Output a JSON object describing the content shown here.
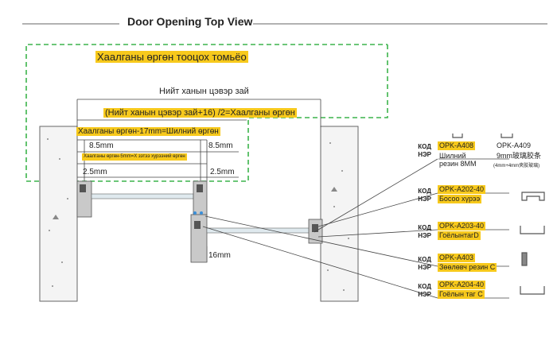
{
  "title": "Door Opening Top View",
  "labels": {
    "gap_top_view": "Хаалганы өргөн тооцох томьёо",
    "clear_width": "Нийт ханын цэвэр зай",
    "formula": "(Нийт ханын цэвэр зай+16) /2=Хаалганы өргөн",
    "door_minus": "Хаалганы өргөн-17mm=Шилний өргөн",
    "dim_8_5_left": "8.5mm",
    "dim_8_5_right": "8.5mm",
    "small_formula": "Хаалганы өргөн-5mm=Х зэтээ хурээний өргөн",
    "dim_2_5_left": "2.5mm",
    "dim_2_5_right": "2.5mm",
    "dim_16": "16mm"
  },
  "parts": [
    {
      "code_label": "КОД",
      "name_label": "НЭР",
      "code": "OPK-A408",
      "name": "Шилний резин 8MM",
      "name_lines": [
        "Шилний",
        "резин 8MM"
      ]
    },
    {
      "code_label": "КОД",
      "name_label": "НЭР",
      "code": "OPK-A202-40",
      "name": "Босоо хүрээ"
    },
    {
      "code_label": "КОД",
      "name_label": "НЭР",
      "code": "OPK-A203-40",
      "name": "ГоёлынтагD"
    },
    {
      "code_label": "КОД",
      "name_label": "НЭР",
      "code": "OPK-A403",
      "name": "Зөөлөвч резин C"
    },
    {
      "code_label": "КОД",
      "name_label": "НЭР",
      "code": "OPK-A204-40",
      "name": "Гоёлын таг C"
    }
  ],
  "extra_part": {
    "code": "OPK-A409",
    "name": "9mm玻璃胶条",
    "note": "(4mm+4mm夹胶玻璃)"
  },
  "colors": {
    "accent": "#f7c91c",
    "dash_green": "#3cb44b",
    "line": "#333333"
  }
}
